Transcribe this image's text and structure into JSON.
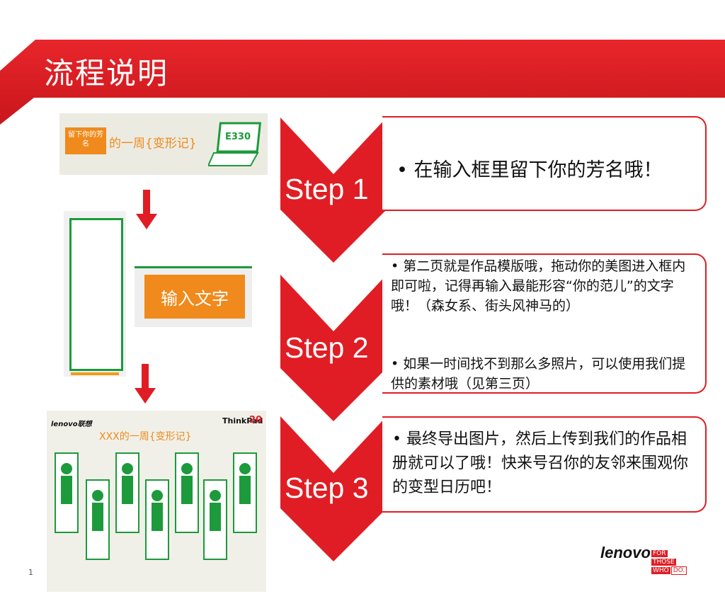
{
  "slide": {
    "title": "流程说明",
    "page_number": "1"
  },
  "steps": [
    {
      "label": "Step 1",
      "bullets": [
        "在输入框里留下你的芳名哦！"
      ]
    },
    {
      "label": "Step 2",
      "bullets": [
        "第二页就是作品模版哦，拖动你的美图进入框内即可啦，记得再输入最能形容“你的范儿”的文字哦！（森女系、街头风神马的）",
        "如果一时间找不到那么多照片，可以使用我们提供的素材哦（见第三页）"
      ]
    },
    {
      "label": "Step 3",
      "bullets": [
        "最终导出图片，然后上传到我们的作品相册就可以了哦！快来号召你的友邻来围观你的变型日历吧！"
      ]
    }
  ],
  "illustrations": {
    "name_tag": "留下你的芳名",
    "week_title": "的一周{变形记}",
    "model": "E330",
    "input_button": "输入文字",
    "poster_title": "XXX的一周{变形记}",
    "poster_brand_left": "lenovo联想",
    "poster_brand_right": "ThinkPad",
    "poster_number": "20"
  },
  "logo": {
    "brand": "lenovo",
    "tagline_1": "FOR",
    "tagline_2": "THOSE",
    "tagline_3": "WHO",
    "tagline_4": "DO."
  },
  "colors": {
    "accent": "#e01d24",
    "green": "#1c9a3c",
    "orange": "#f08a1c"
  }
}
